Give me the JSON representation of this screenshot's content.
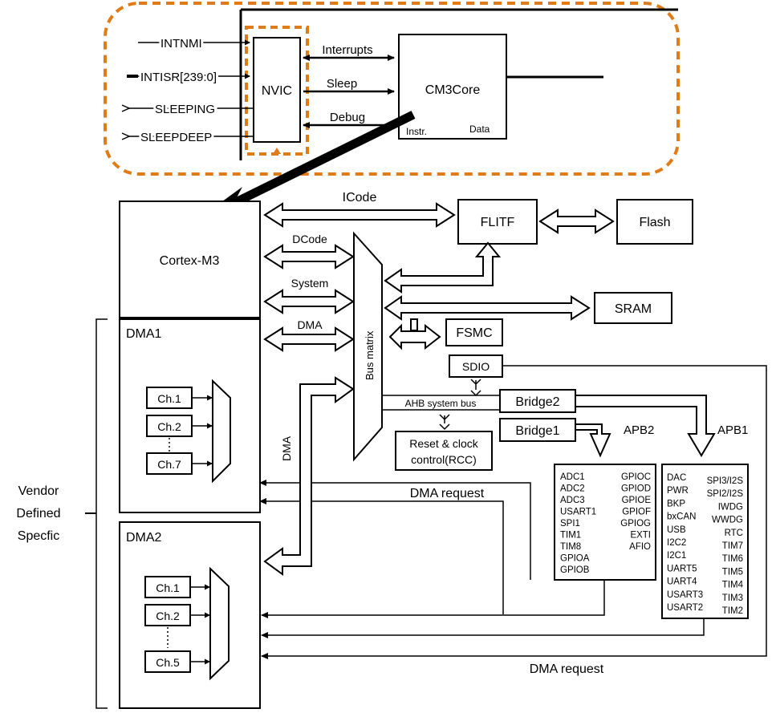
{
  "nvic_detail": {
    "inputs": [
      "INTNMI",
      "INTISR[239:0]",
      "SLEEPING",
      "SLEEPDEEP"
    ],
    "nvic": "NVIC",
    "links": [
      "Interrupts",
      "Sleep",
      "Debug"
    ],
    "core": "CM3Core",
    "core_ports": [
      "Instr.",
      "Data"
    ],
    "highlight_color": "#e07b1a"
  },
  "blocks": {
    "cortex": "Cortex-M3",
    "flitf": "FLITF",
    "flash": "Flash",
    "sram": "SRAM",
    "fsmc": "FSMC",
    "sdio": "SDIO",
    "bridge2": "Bridge2",
    "bridge1": "Bridge1",
    "rcc_line1": "Reset & clock",
    "rcc_line2": "control(RCC)",
    "bus_matrix": "Bus matrix",
    "ahb": "AHB system bus",
    "apb2": "APB2",
    "apb1": "APB1"
  },
  "buses": {
    "icode": "ICode",
    "dcode": "DCode",
    "system": "System",
    "dma": "DMA",
    "dma_vertical": "DMA"
  },
  "dma1": {
    "title": "DMA1",
    "channels": [
      "Ch.1",
      "Ch.2",
      "Ch.7"
    ]
  },
  "dma2": {
    "title": "DMA2",
    "channels": [
      "Ch.1",
      "Ch.2",
      "Ch.5"
    ]
  },
  "apb2_periph": {
    "left": [
      "ADC1",
      "ADC2",
      "ADC3",
      "USART1",
      "SPI1",
      "TIM1",
      "TIM8",
      "GPIOA",
      "GPIOB"
    ],
    "right": [
      "GPIOC",
      "GPIOD",
      "GPIOE",
      "GPIOF",
      "GPIOG",
      "EXTI",
      "AFIO"
    ]
  },
  "apb1_periph": {
    "left": [
      "DAC",
      "PWR",
      "BKP",
      "bxCAN",
      "USB",
      "I2C2",
      "I2C1",
      "UART5",
      "UART4",
      "USART3",
      "USART2"
    ],
    "right": [
      "SPI3/I2S",
      "SPI2/I2S",
      "IWDG",
      "WWDG",
      "RTC",
      "TIM7",
      "TIM6",
      "TIM5",
      "TIM4",
      "TIM3",
      "TIM2"
    ]
  },
  "dma_request_1": "DMA request",
  "dma_request_2": "DMA request",
  "vendor": [
    "Vendor",
    "Defined",
    "Specfic"
  ]
}
